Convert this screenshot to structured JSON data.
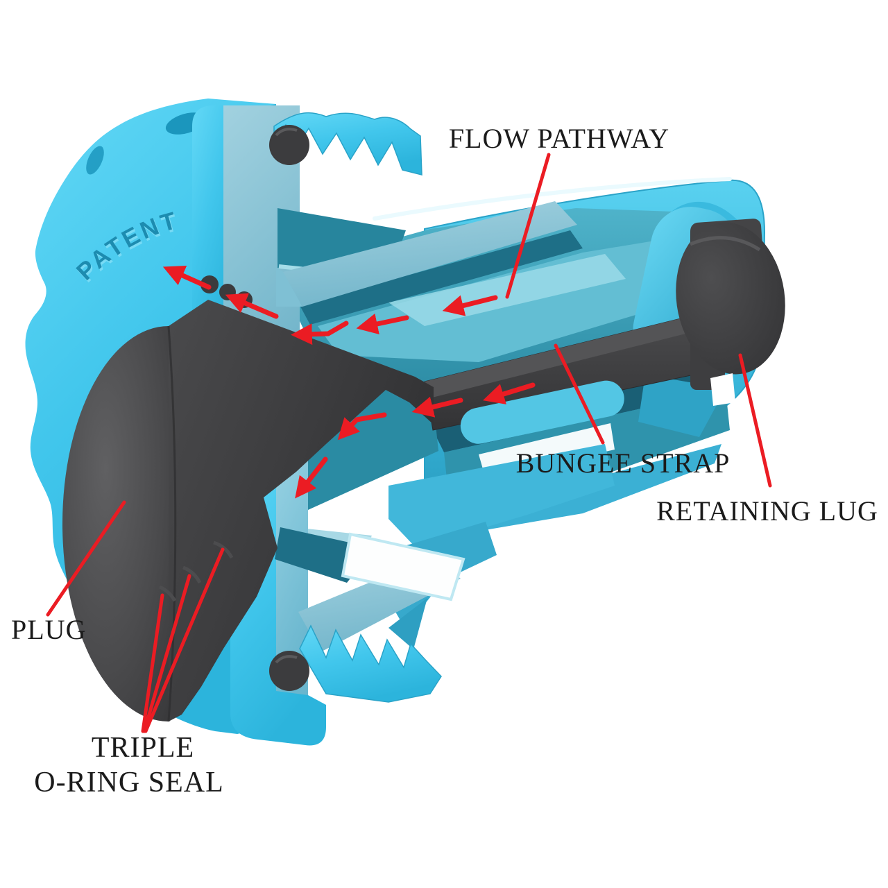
{
  "figure": {
    "description": "Cutaway technical illustration of a quick-connect cap plug fitting with annotated parts and flow arrows",
    "background": "#FFFFFF",
    "embossed_text": "PATENT",
    "callouts": {
      "flow_pathway": "FLOW PATHWAY",
      "bungee_strap": "BUNGEE STRAP",
      "retaining_lug": "RETAINING LUG",
      "plug": "PLUG",
      "triple_oring_line1": "TRIPLE",
      "triple_oring_line2": "O-RING SEAL"
    },
    "colors": {
      "body_cyan": "#47C7E9",
      "body_cyan_light": "#9AD4E4",
      "interior_teal": "#2A8BA4",
      "interior_teal_dark": "#1E6F87",
      "rubber_dark": "#3A3A3C",
      "annotation_red": "#EB1C23",
      "label_text": "#1B1B1B"
    }
  }
}
